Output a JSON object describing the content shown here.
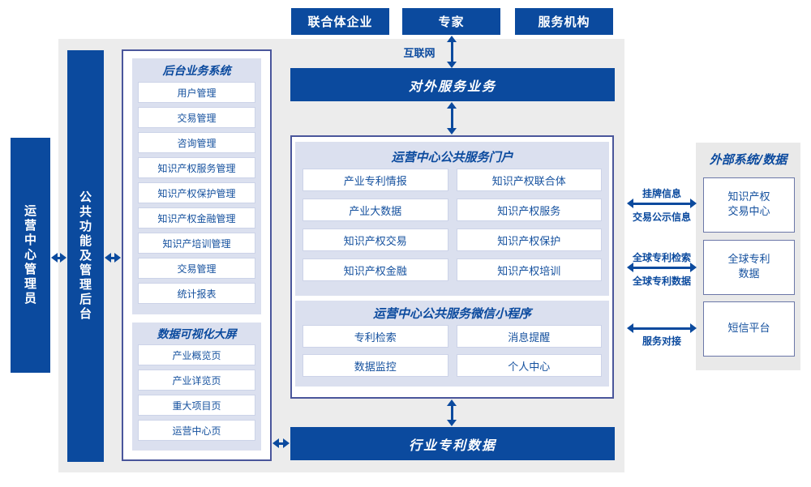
{
  "colors": {
    "primary": "#0b4a9e",
    "panel_bg": "#ececec",
    "group_bg": "#dbe0ef",
    "item_text": "#14509e"
  },
  "top_actors": [
    {
      "label": "联合体企业"
    },
    {
      "label": "专家"
    },
    {
      "label": "服务机构"
    }
  ],
  "internet_label": "互联网",
  "bars": {
    "external_service": "对外服务业务",
    "industry_patent_data": "行业专利数据"
  },
  "left_bars": [
    {
      "label": "运营中心管理员"
    },
    {
      "label": "公共功能及管理后台"
    }
  ],
  "backend_system": {
    "title": "后台业务系统",
    "items": [
      "用户管理",
      "交易管理",
      "咨询管理",
      "知识产权服务管理",
      "知识产权保护管理",
      "知识产权金融管理",
      "知识产培训管理",
      "交易管理",
      "统计报表"
    ]
  },
  "data_dashboard": {
    "title": "数据可视化大屏",
    "items": [
      "产业概览页",
      "产业详览页",
      "重大项目页",
      "运营中心页"
    ]
  },
  "portal": {
    "title": "运营中心公共服务门户",
    "items": [
      "产业专利情报",
      "知识产权联合体",
      "产业大数据",
      "知识产权服务",
      "知识产权交易",
      "知识产权保护",
      "知识产权金融",
      "知识产权培训"
    ]
  },
  "miniprogram": {
    "title": "运营中心公共服务微信小程序",
    "items": [
      "专利检索",
      "消息提醒",
      "数据监控",
      "个人中心"
    ]
  },
  "external_systems": {
    "title": "外部系统/数据",
    "systems": [
      {
        "lines": [
          "知识产权",
          "交易中心"
        ]
      },
      {
        "lines": [
          "全球专利",
          "数据"
        ]
      },
      {
        "lines": [
          "短信平台"
        ]
      }
    ]
  },
  "connections": [
    {
      "top": "挂牌信息",
      "bottom": "交易公示信息"
    },
    {
      "top": "全球专利检索",
      "bottom": "全球专利数据"
    },
    {
      "top": "",
      "bottom": "服务对接"
    }
  ]
}
